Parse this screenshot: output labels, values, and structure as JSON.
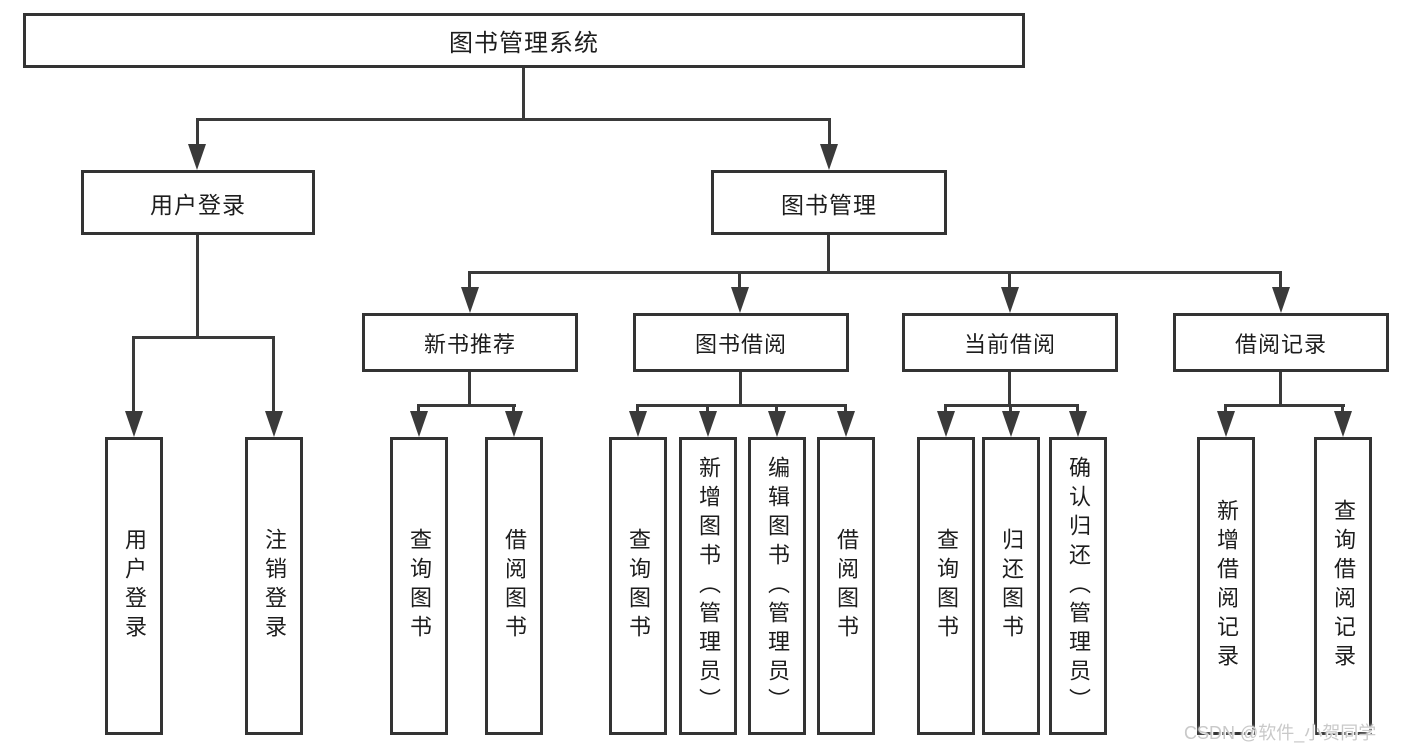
{
  "title": "图书管理系统",
  "level2": {
    "user_login": "用户登录",
    "book_mgmt": "图书管理"
  },
  "level3": {
    "new_book": "新书推荐",
    "book_borrow": "图书借阅",
    "current_borrow": "当前借阅",
    "borrow_record": "借阅记录"
  },
  "leaves": {
    "user_login_1": "用户登录",
    "user_login_2": "注销登录",
    "new_book_1": "查询图书",
    "new_book_2": "借阅图书",
    "book_borrow_1": "查询图书",
    "book_borrow_2": "新增图书（管理员）",
    "book_borrow_3": "编辑图书（管理员）",
    "book_borrow_4": "借阅图书",
    "current_1": "查询图书",
    "current_2": "归还图书",
    "current_3": "确认归还（管理员）",
    "record_1": "新增借阅记录",
    "record_2": "查询借阅记录"
  },
  "watermark": "CSDN @软件_小贺同学",
  "colors": {
    "line": "#3a3a3a",
    "border": "#333333",
    "text": "#1d1d1d",
    "bg": "#ffffff",
    "watermark": "#c9c9c9"
  }
}
